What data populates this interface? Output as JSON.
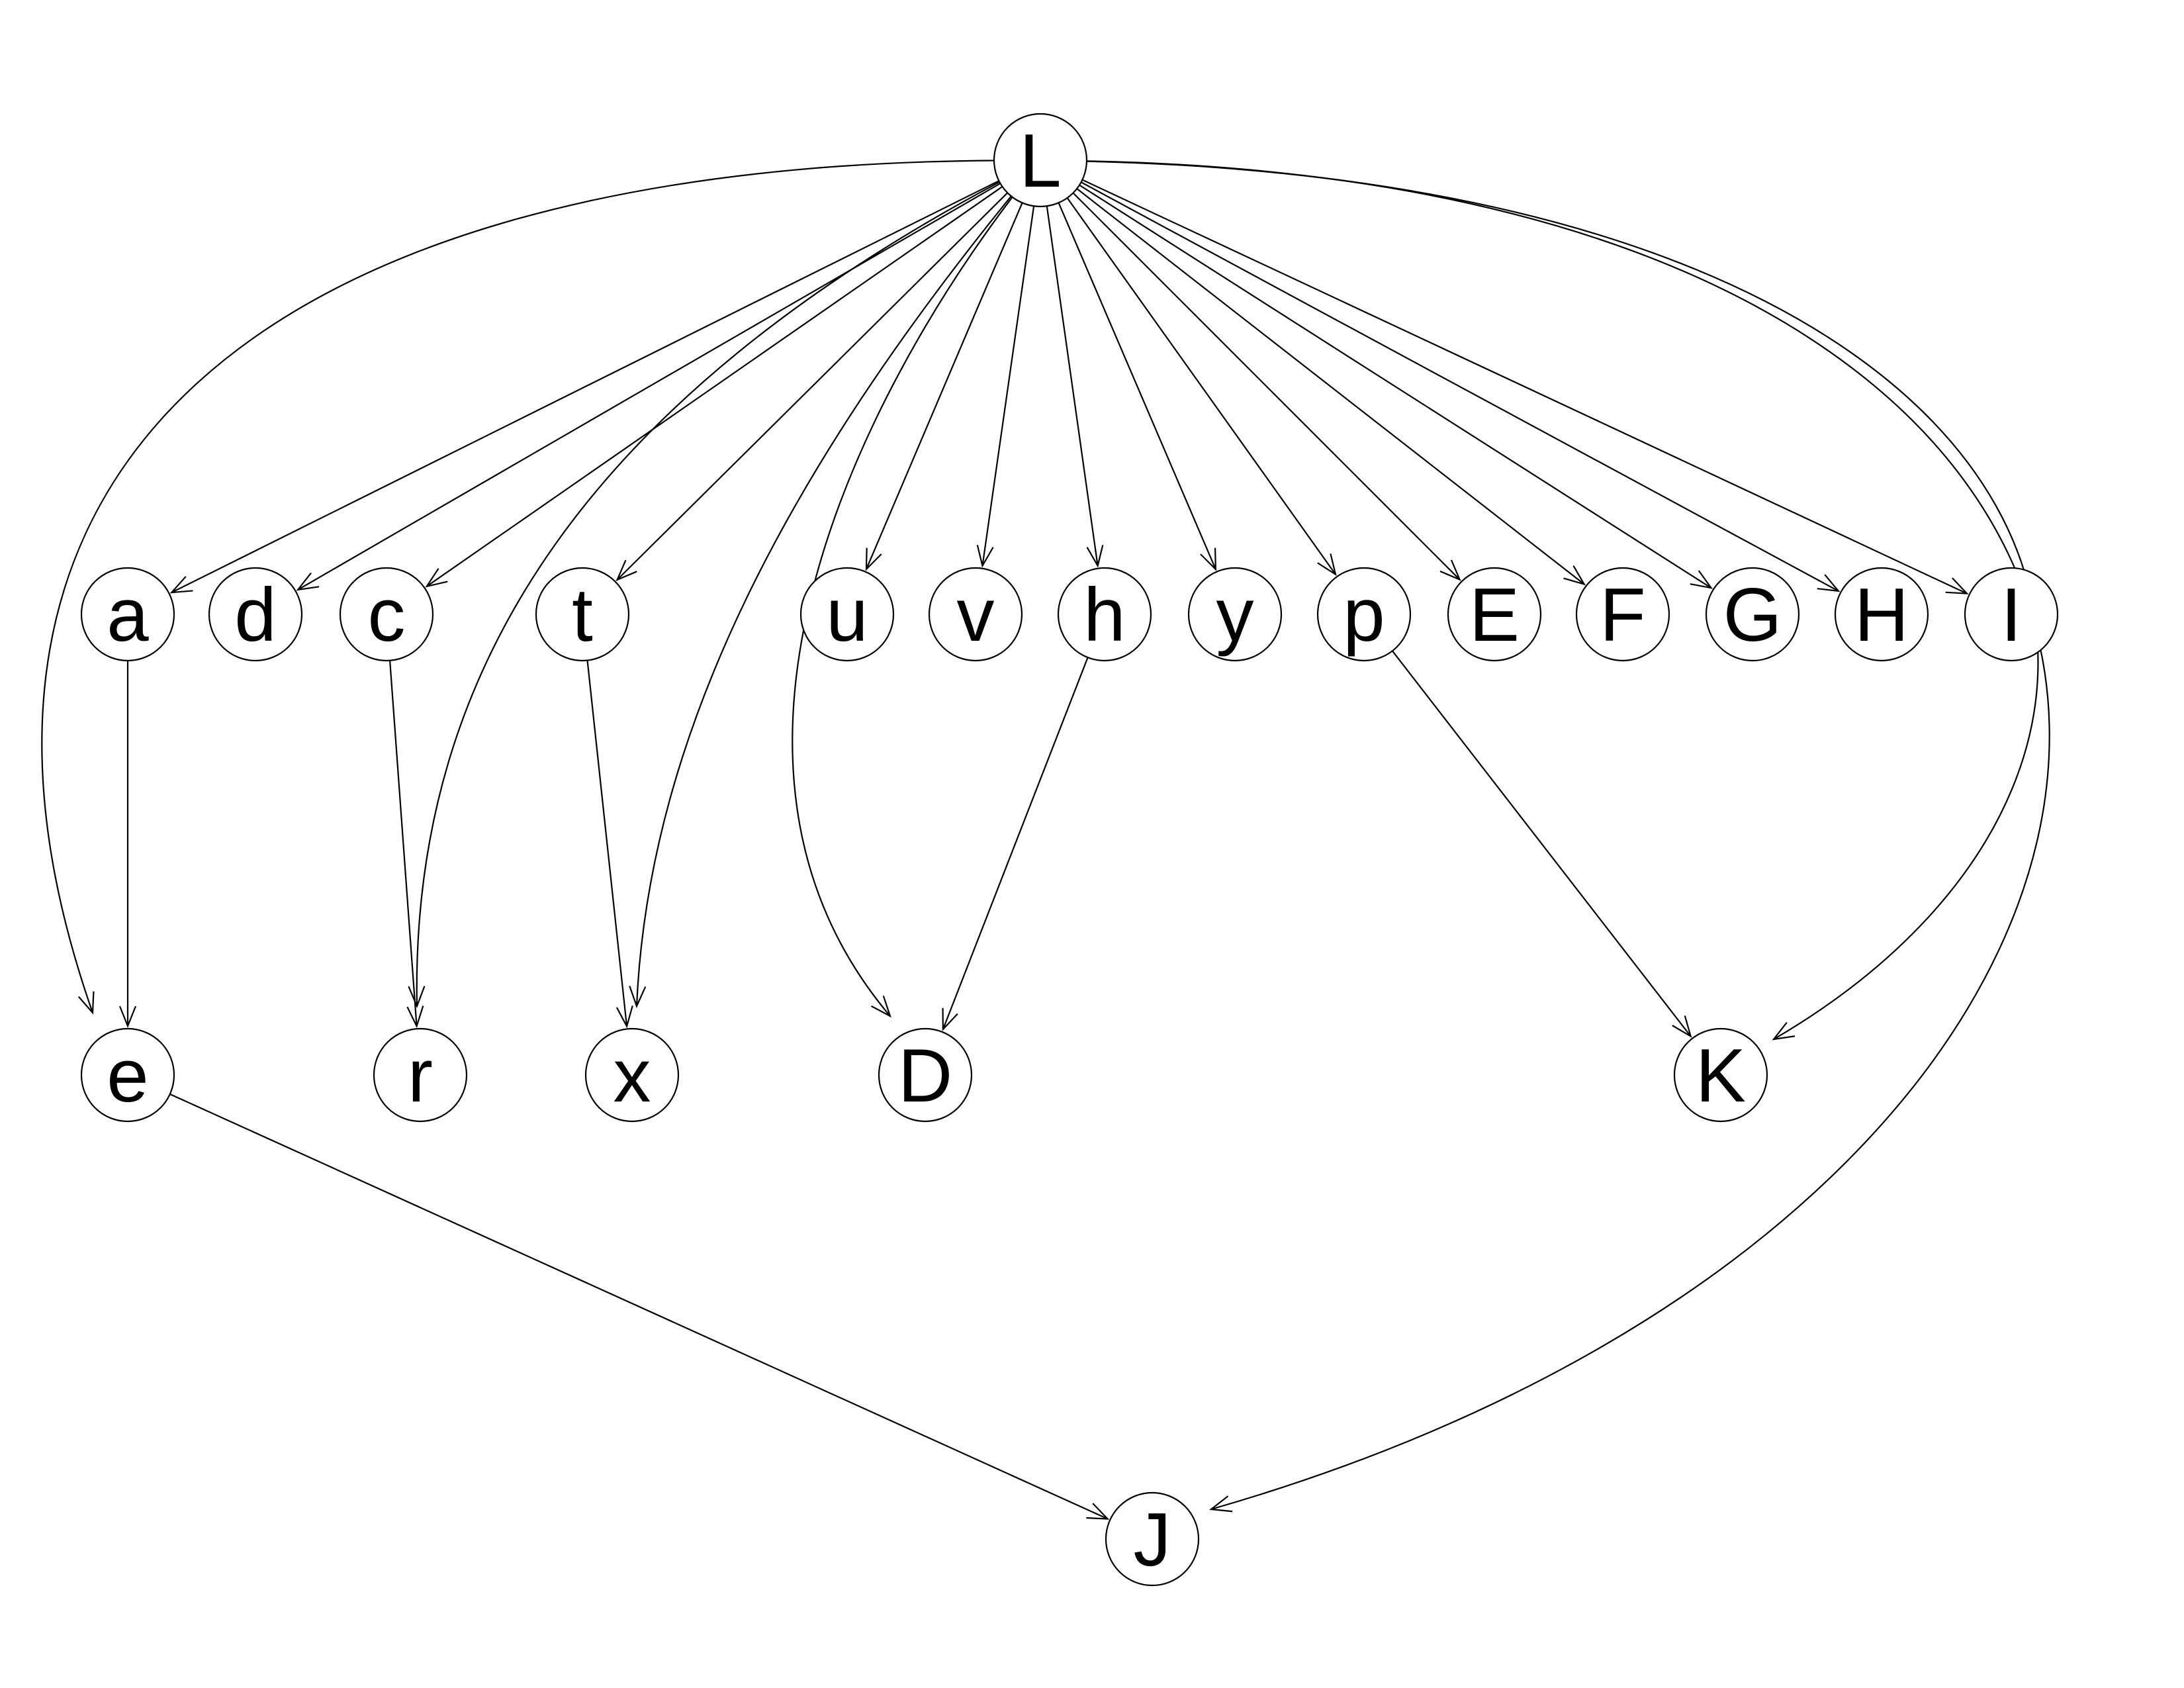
{
  "diagram": {
    "type": "directed-graph",
    "nodes": [
      {
        "id": "L",
        "label": "L"
      },
      {
        "id": "a",
        "label": "a"
      },
      {
        "id": "d",
        "label": "d"
      },
      {
        "id": "c",
        "label": "c"
      },
      {
        "id": "t",
        "label": "t"
      },
      {
        "id": "u",
        "label": "u"
      },
      {
        "id": "v",
        "label": "v"
      },
      {
        "id": "h",
        "label": "h"
      },
      {
        "id": "y",
        "label": "y"
      },
      {
        "id": "p",
        "label": "p"
      },
      {
        "id": "E",
        "label": "E"
      },
      {
        "id": "F",
        "label": "F"
      },
      {
        "id": "G",
        "label": "G"
      },
      {
        "id": "H",
        "label": "H"
      },
      {
        "id": "I",
        "label": "I"
      },
      {
        "id": "e",
        "label": "e"
      },
      {
        "id": "r",
        "label": "r"
      },
      {
        "id": "x",
        "label": "x"
      },
      {
        "id": "D",
        "label": "D"
      },
      {
        "id": "K",
        "label": "K"
      },
      {
        "id": "J",
        "label": "J"
      }
    ],
    "edges": [
      {
        "from": "L",
        "to": "a"
      },
      {
        "from": "L",
        "to": "d"
      },
      {
        "from": "L",
        "to": "c"
      },
      {
        "from": "L",
        "to": "t"
      },
      {
        "from": "L",
        "to": "u"
      },
      {
        "from": "L",
        "to": "v"
      },
      {
        "from": "L",
        "to": "h"
      },
      {
        "from": "L",
        "to": "y"
      },
      {
        "from": "L",
        "to": "p"
      },
      {
        "from": "L",
        "to": "E"
      },
      {
        "from": "L",
        "to": "F"
      },
      {
        "from": "L",
        "to": "G"
      },
      {
        "from": "L",
        "to": "H"
      },
      {
        "from": "L",
        "to": "I"
      },
      {
        "from": "L",
        "to": "e"
      },
      {
        "from": "L",
        "to": "r"
      },
      {
        "from": "L",
        "to": "x"
      },
      {
        "from": "L",
        "to": "D"
      },
      {
        "from": "L",
        "to": "K"
      },
      {
        "from": "L",
        "to": "J"
      },
      {
        "from": "a",
        "to": "e"
      },
      {
        "from": "c",
        "to": "r"
      },
      {
        "from": "t",
        "to": "x"
      },
      {
        "from": "h",
        "to": "D"
      },
      {
        "from": "p",
        "to": "K"
      },
      {
        "from": "e",
        "to": "J"
      }
    ]
  }
}
